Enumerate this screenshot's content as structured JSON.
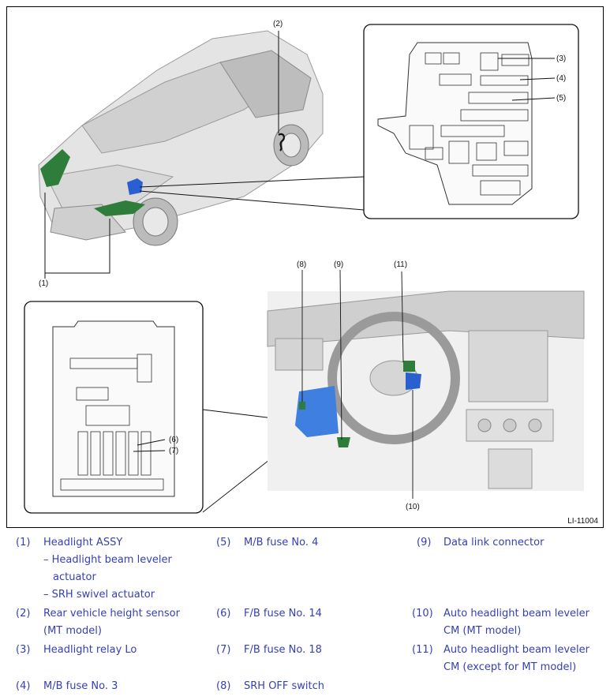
{
  "figure_id": "LI-11004",
  "callouts": [
    "(1)",
    "(2)",
    "(3)",
    "(4)",
    "(5)",
    "(6)",
    "(7)",
    "(8)",
    "(9)",
    "(10)",
    "(11)"
  ],
  "legend": [
    {
      "num": "(1)",
      "text": "Headlight ASSY",
      "subs": [
        "– Headlight beam leveler",
        "actuator",
        "– SRH swivel actuator"
      ]
    },
    {
      "num": "(2)",
      "text": "Rear vehicle height sensor",
      "subs": [
        "(MT model)"
      ]
    },
    {
      "num": "(3)",
      "text": "Headlight relay Lo",
      "subs": []
    },
    {
      "num": "(4)",
      "text": "M/B fuse No. 3",
      "subs": []
    },
    {
      "num": "(5)",
      "text": "M/B fuse No. 4",
      "subs": []
    },
    {
      "num": "(6)",
      "text": "F/B fuse No. 14",
      "subs": []
    },
    {
      "num": "(7)",
      "text": "F/B fuse No. 18",
      "subs": []
    },
    {
      "num": "(8)",
      "text": "SRH OFF switch",
      "subs": []
    },
    {
      "num": "(9)",
      "text": "Data link connector",
      "subs": []
    },
    {
      "num": "(10)",
      "text": "Auto headlight beam leveler",
      "subs": [
        "CM (MT model)"
      ]
    },
    {
      "num": "(11)",
      "text": "Auto headlight beam leveler",
      "subs": [
        "CM (except for MT model)"
      ]
    }
  ],
  "colors": {
    "highlight_green": "#2f7d3a",
    "highlight_blue": "#2a5fd0",
    "legend_text": "#3540b5"
  }
}
